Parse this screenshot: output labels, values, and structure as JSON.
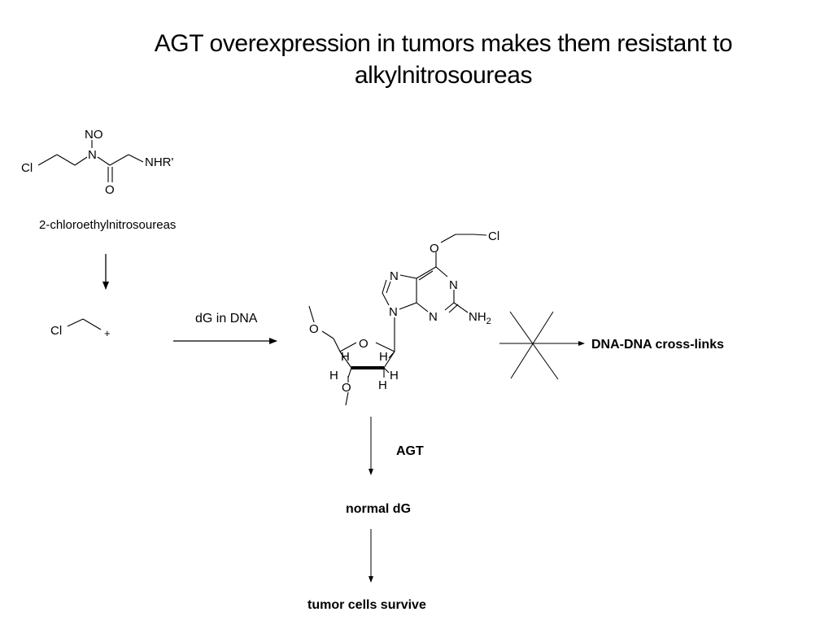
{
  "slide": {
    "title": "AGT overexpression in tumors makes them resistant to alkylnitrosoureas"
  },
  "reagent": {
    "name": "2-chloroethylnitrosoureas",
    "atoms": {
      "no": "NO",
      "n": "N",
      "cl": "Cl",
      "nhr": "NHR'",
      "o": "O"
    }
  },
  "cation": {
    "cl": "Cl",
    "plus": "+"
  },
  "arrow_dg_label": "dG in DNA",
  "adduct": {
    "atoms": {
      "o6": "O",
      "cl": "Cl",
      "n7": "N",
      "n1": "N",
      "n9": "N",
      "n3": "N",
      "nh2": "NH",
      "nh2_sub": "2",
      "o5": "O",
      "ring_o": "O",
      "o3": "O",
      "h1": "H",
      "h2": "H",
      "h3": "H",
      "h4": "H",
      "h5": "H"
    }
  },
  "blocked_product": "DNA-DNA cross-links",
  "enzyme": "AGT",
  "repaired": "normal dG",
  "outcome": "tumor cells survive"
}
